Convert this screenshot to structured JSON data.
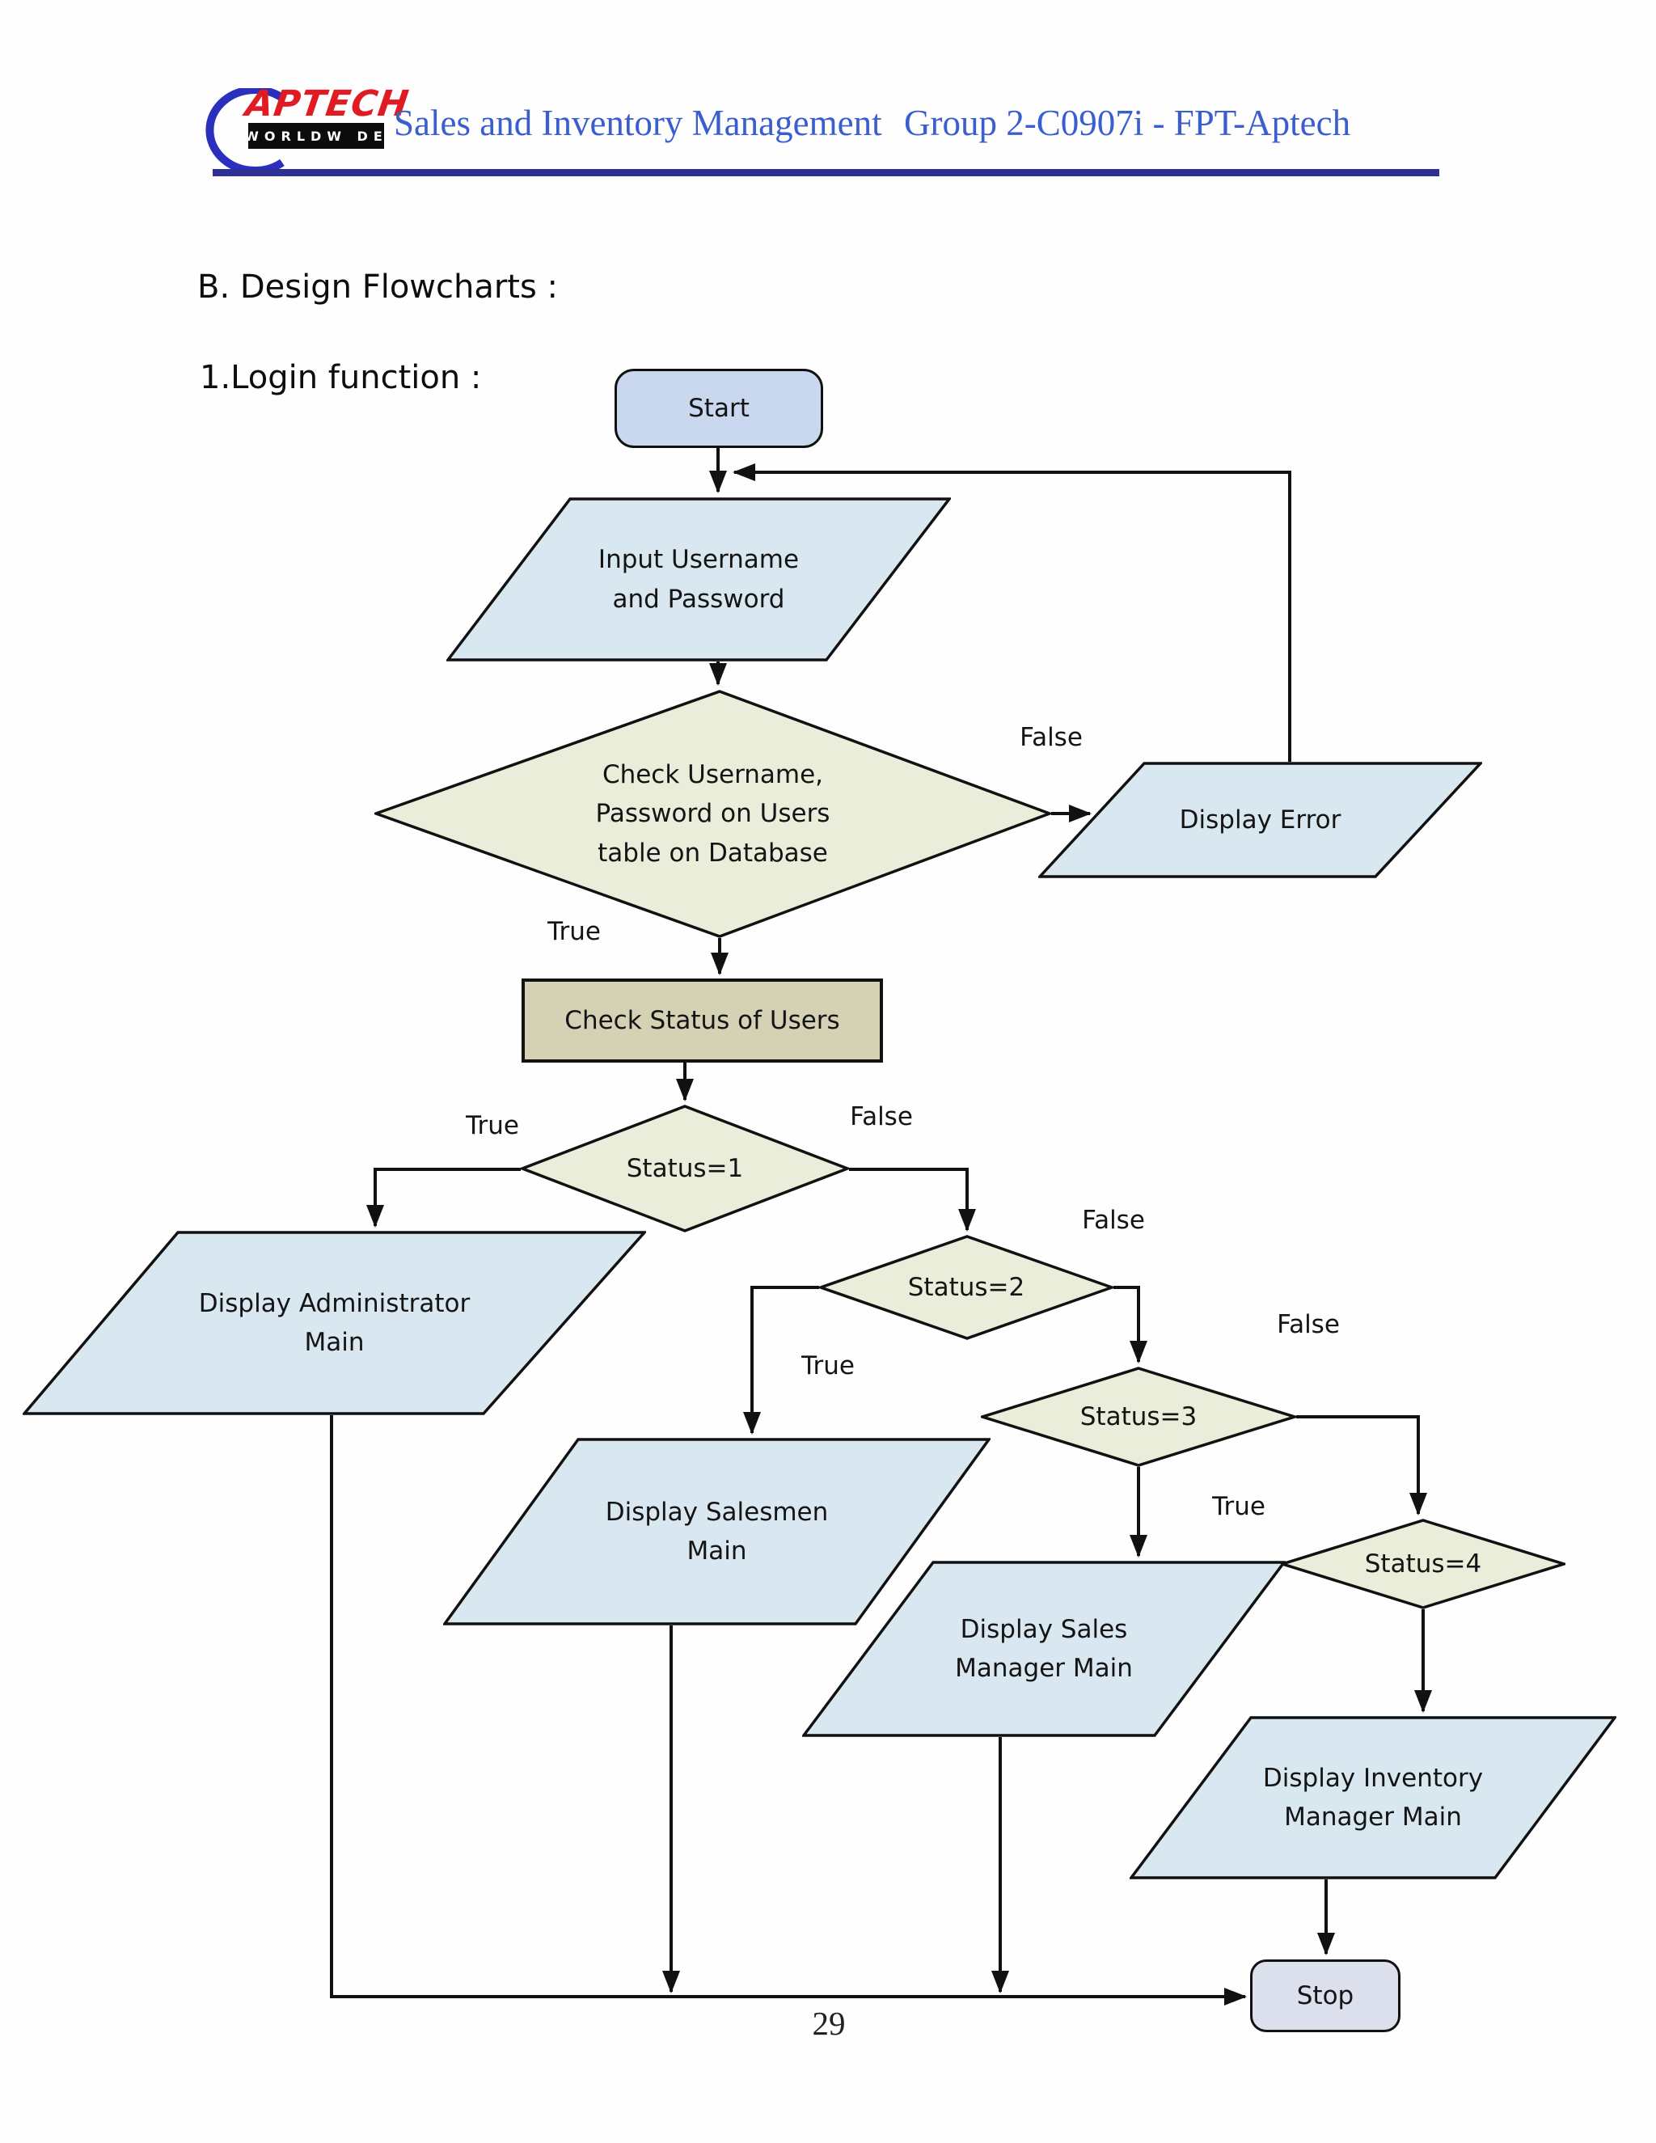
{
  "header": {
    "logo_brand": "APTECH",
    "logo_tagline": "WORLDW DE",
    "title": "Sales and Inventory Management",
    "group": "Group 2-C0907i  -  FPT-Aptech"
  },
  "headings": {
    "section": "B. Design Flowcharts :",
    "subsection": "1.Login function :"
  },
  "flowchart": {
    "nodes": {
      "start": "Start",
      "input_credentials": "Input Username\nand Password",
      "check_user": "Check Username,\nPassword on Users\ntable on Database",
      "display_error": "Display Error",
      "check_status": "Check Status of Users",
      "status1": "Status=1",
      "display_admin": "Display Administrator\nMain",
      "status2": "Status=2",
      "display_salesmen": "Display Salesmen\nMain",
      "status3": "Status=3",
      "display_sales_manager": "Display Sales\nManager Main",
      "status4": "Status=4",
      "display_inventory_manager": "Display Inventory\nManager Main",
      "stop": "Stop"
    },
    "labels": {
      "check_user_true": "True",
      "check_user_false": "False",
      "status1_true": "True",
      "status1_false": "False",
      "status2_true": "True",
      "status2_false": "False",
      "status3_true": "True",
      "status3_false": "False"
    }
  },
  "page_number": "29",
  "colors": {
    "header_rule": "#2e3193",
    "header_text": "#3a5ecd",
    "logo_red": "#e01b22",
    "logo_blue": "#2a2fbe",
    "terminator_fill": "#c9d8ef",
    "stop_fill": "#dce0ec",
    "io_fill": "#d9e8f0",
    "decision_fill": "#e9edd9",
    "process_fill": "#d5d1b5"
  }
}
